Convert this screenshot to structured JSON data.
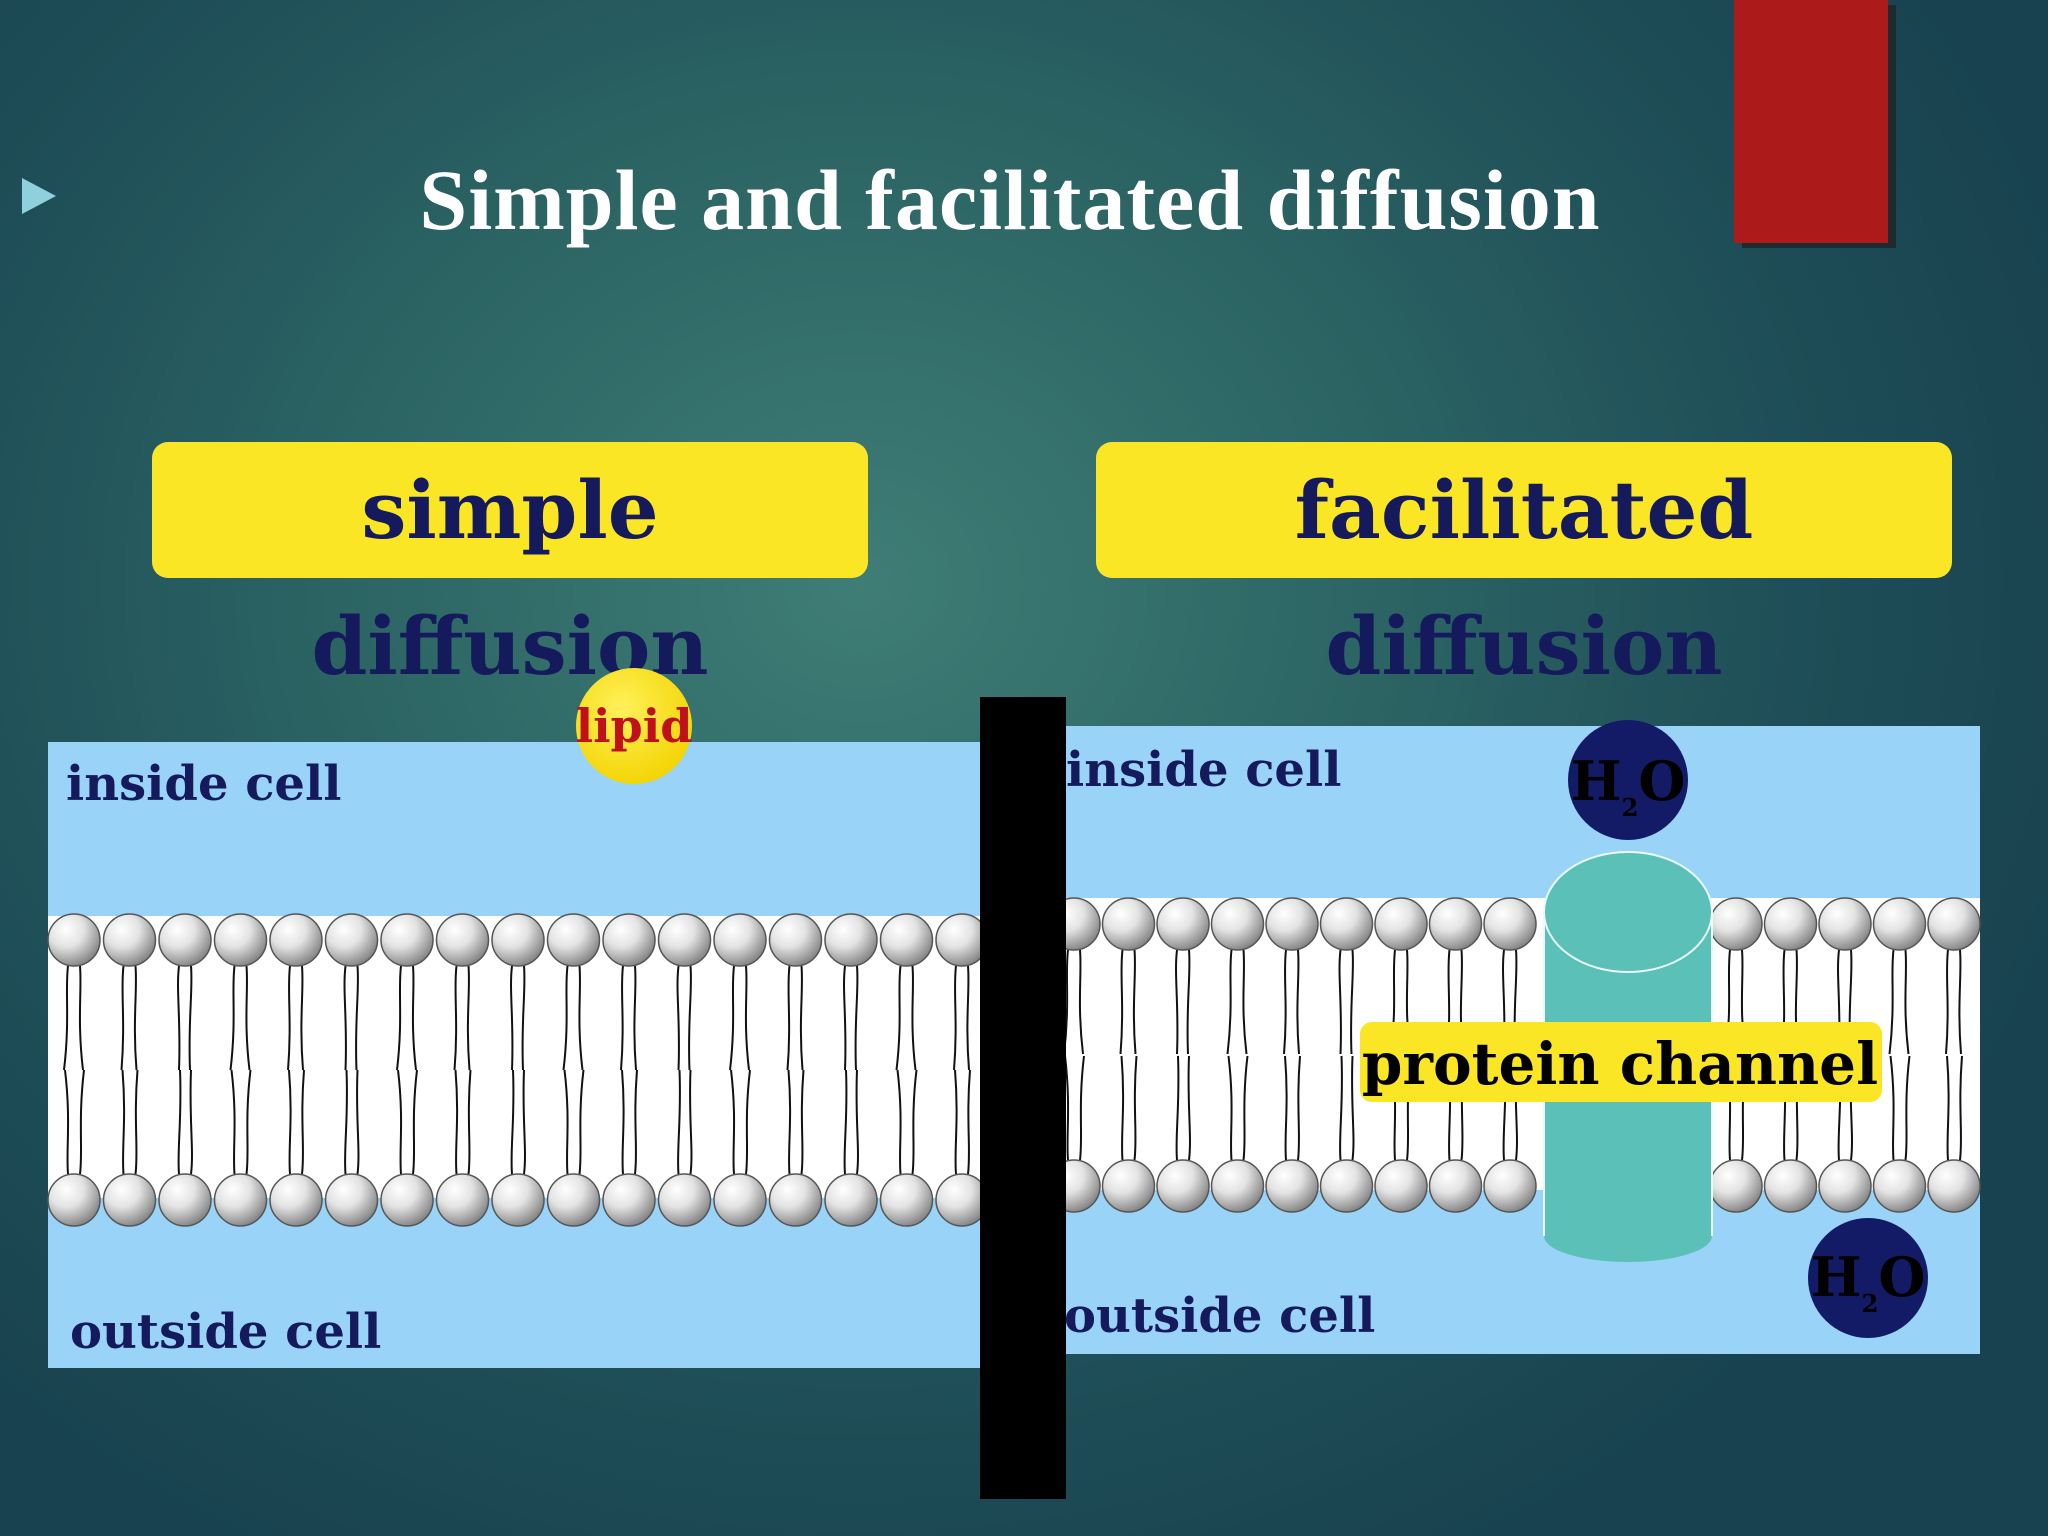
{
  "title": "Simple and facilitated diffusion",
  "labels": {
    "simple": "simple diffusion",
    "facilitated": "facilitated diffusion"
  },
  "left_panel": {
    "inside": "inside cell",
    "outside": "outside cell",
    "molecule": "lipid"
  },
  "right_panel": {
    "inside": "inside cell",
    "outside": "outside cell",
    "channel": "protein channel",
    "molecule_top": {
      "main": "H",
      "sub": "2",
      "end": "O"
    },
    "molecule_bottom": {
      "main": "H",
      "sub": "2",
      "end": "O"
    }
  },
  "colors": {
    "panel": "#99d4f8",
    "label_yellow": "#fbe625",
    "navy": "#151a5c",
    "channel": "#5bc0b7",
    "red": "#ad1a1a",
    "molecule_blue": "#131b66",
    "lipid_text": "#c0101a"
  },
  "icons": [
    "play-bullet-icon"
  ]
}
